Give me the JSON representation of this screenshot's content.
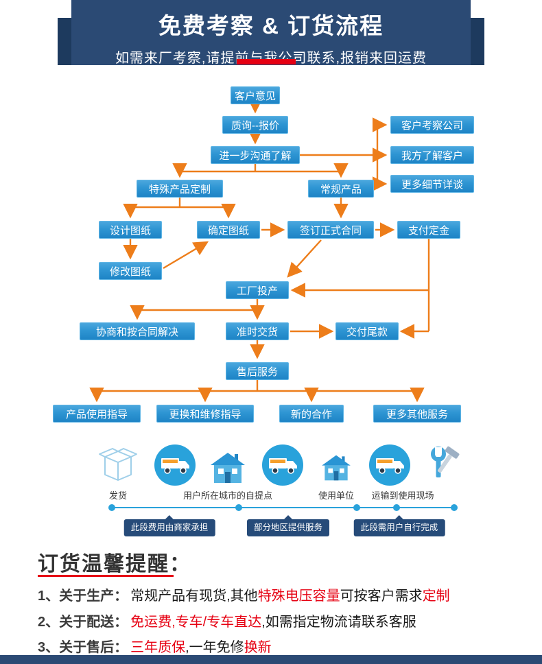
{
  "header": {
    "title": "免费考察 & 订货流程",
    "subtitle": "如需来厂考察,请提前与我公司联系,报销来回运费"
  },
  "flowchart": {
    "nodes": {
      "customer_feedback": "客户意见",
      "inquiry_quote": "质询--报价",
      "further_communication": "进一步沟通了解",
      "customer_visit_company": "客户考察公司",
      "we_understand_customer": "我方了解客户",
      "more_details_discussion": "更多细节详谈",
      "special_product_custom": "特殊产品定制",
      "regular_product": "常规产品",
      "design_drawing": "设计图纸",
      "confirm_drawing": "确定图纸",
      "sign_contract": "签订正式合同",
      "pay_deposit": "支付定金",
      "modify_drawing": "修改图纸",
      "factory_production": "工厂投产",
      "negotiate_by_contract": "协商和按合同解决",
      "on_time_delivery": "准时交货",
      "pay_balance": "交付尾款",
      "after_sales_service": "售后服务",
      "product_usage_guidance": "产品使用指导",
      "replace_repair_guidance": "更换和维修指导",
      "new_cooperation": "新的合作",
      "more_other_services": "更多其他服务"
    }
  },
  "logistics": {
    "steps": [
      "发货",
      "用户所在城市的自提点",
      "使用单位",
      "运输到使用现场"
    ],
    "tags": [
      "此段费用由商家承担",
      "部分地区提供服务",
      "此段需用户自行完成"
    ]
  },
  "reminder": {
    "title": "订货温馨提醒：",
    "items": [
      {
        "label": "1、关于生产：",
        "segments": [
          {
            "text": "常规产品有现货,其他"
          },
          {
            "text": "特殊电压容量"
          },
          {
            "text": "可按客户需求"
          },
          {
            "text": "定制"
          }
        ]
      },
      {
        "label": "2、关于配送：",
        "segments": [
          {
            "text": "免运费,专车/专车直达"
          },
          {
            "text": ",如需指定物流请联系客服"
          }
        ]
      },
      {
        "label": "3、关于售后：",
        "segments": [
          {
            "text": "三年质保"
          },
          {
            "text": ",一年免修"
          },
          {
            "text": "换新"
          }
        ]
      }
    ]
  },
  "colors": {
    "banner_blue": "#2b4a74",
    "banner_dark": "#1d3a5e",
    "node_blue": "#2e95d3",
    "arrow_orange": "#ed7d1a",
    "accent_red": "#e60012",
    "icon_blue": "#29a2db",
    "tag_navy": "#264b79"
  }
}
